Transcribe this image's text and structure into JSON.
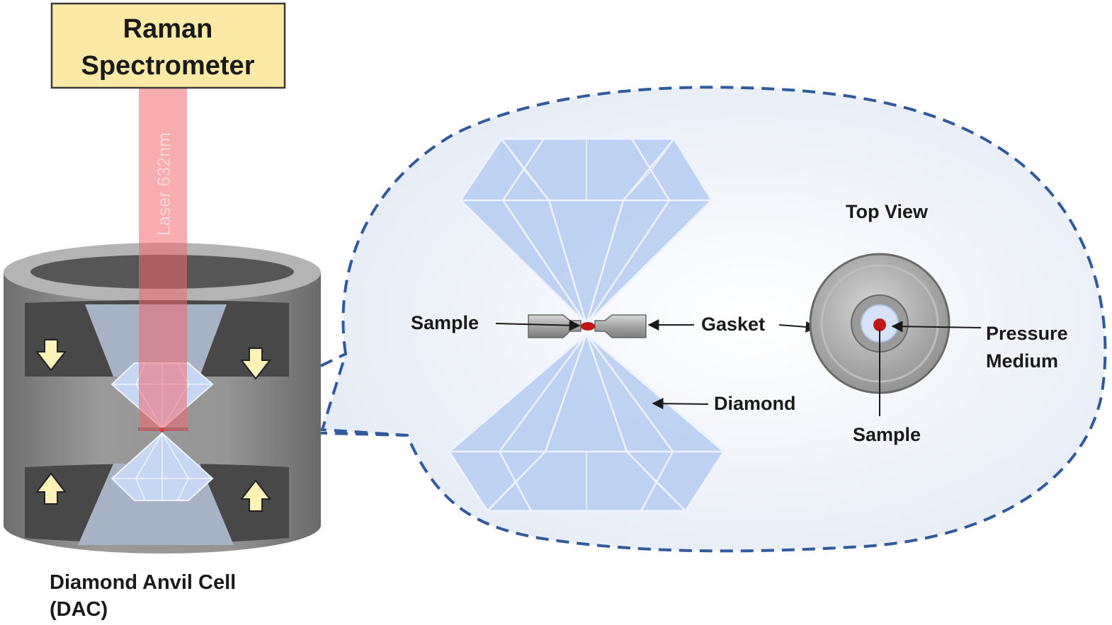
{
  "spectrometer": {
    "line1": "Raman",
    "line2": "Spectrometer"
  },
  "laser": {
    "label": "Laser 632nm"
  },
  "dac": {
    "line1": "Diamond Anvil Cell",
    "line2": "(DAC)"
  },
  "zoom_labels": {
    "sample": "Sample",
    "gasket": "Gasket",
    "diamond": "Diamond"
  },
  "top_view": {
    "title": "Top View",
    "pressure_line1": "Pressure",
    "pressure_line2": "Medium",
    "sample": "Sample"
  },
  "colors": {
    "spectrometer_fill": "#fce9a6",
    "laser": "#f06a70",
    "cell_body": "#8c8c8c",
    "diamond": "#bcd0f2",
    "callout_dash": "#2f5a9e",
    "sample_red": "#c01818"
  }
}
